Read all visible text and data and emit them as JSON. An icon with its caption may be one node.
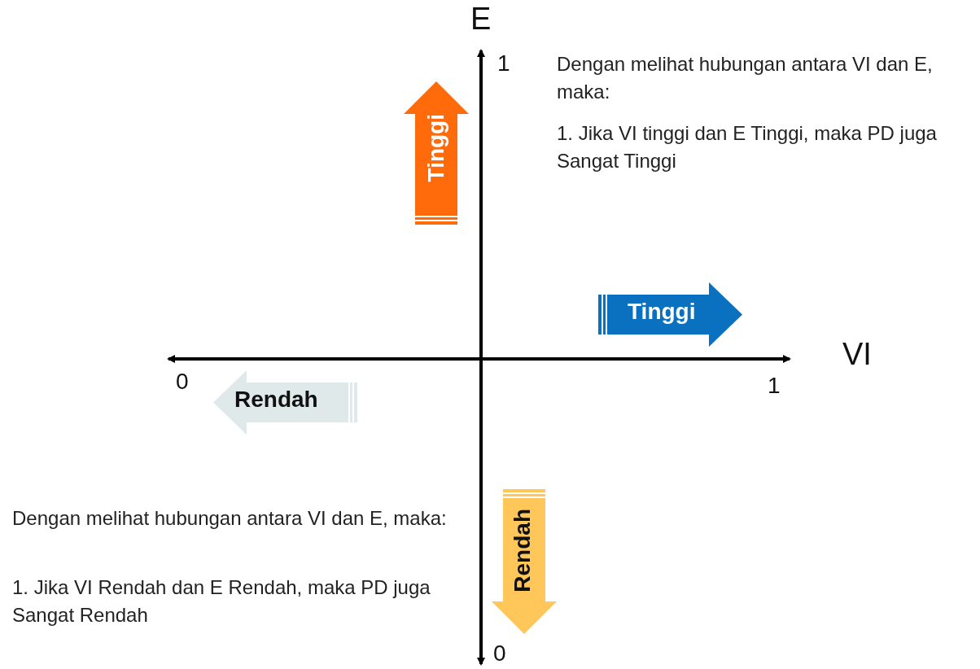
{
  "diagram": {
    "nodes": [
      {
        "text": [
          "Tinggi"
        ]
      },
      {
        "text": [
          "Tinggi"
        ]
      },
      {
        "text": [
          "Rendah"
        ]
      },
      {
        "text": [
          "Rendah"
        ]
      }
    ],
    "labels": [
      "E",
      "1",
      "Dengan melihat hubungan antara VI dan E, maka:",
      "1. Jika VI tinggi dan E Tinggi, maka PD juga Sangat Tinggi",
      "VI",
      "0",
      "1",
      "Dengan melihat hubungan antara VI dan E, maka:",
      "1. Jika VI Rendah dan E Rendah, maka PD juga Sangat Rendah",
      "0"
    ]
  }
}
